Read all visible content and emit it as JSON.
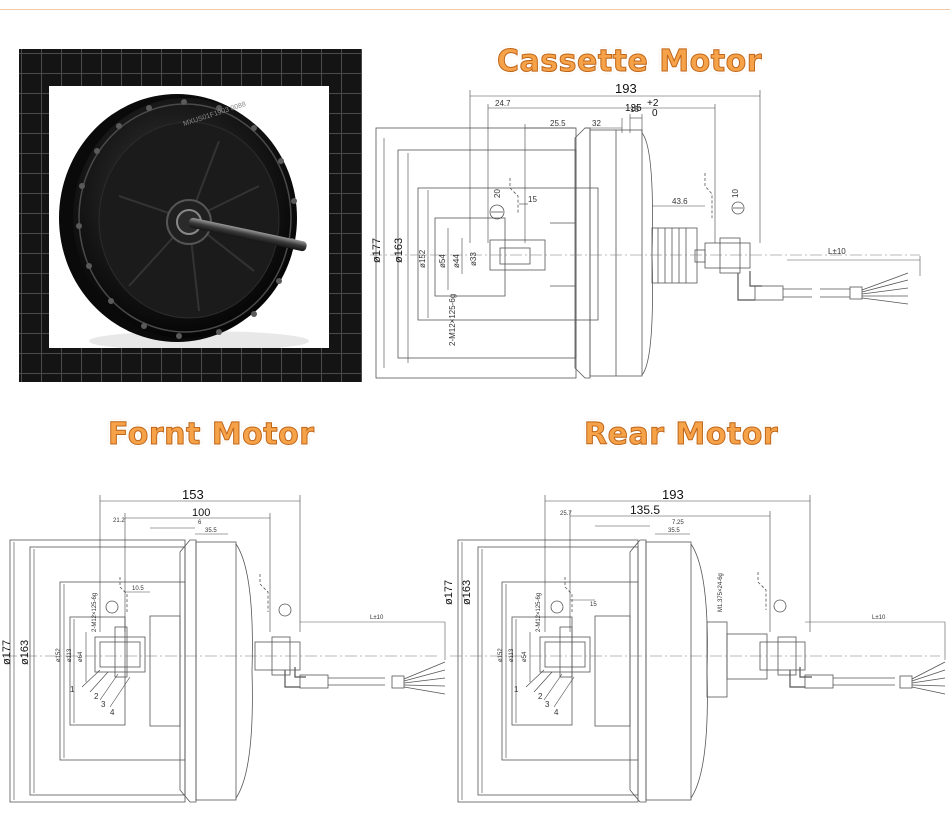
{
  "titles": {
    "cassette": "Cassette Motor",
    "front": "Fornt Motor",
    "rear": "Rear Motor"
  },
  "photo": {
    "motor_label": "MXUS01F1903 0088"
  },
  "cassette": {
    "overall_width": "193",
    "width_135": "135",
    "tol_plus": "+2",
    "tol_zero": "0",
    "d_24_7": "24.7",
    "d_25_5": "25.5",
    "d_32": "32",
    "d_13": "13",
    "d_15": "15",
    "d_20": "20",
    "d_43_6": "43.6",
    "d_10": "10",
    "dia_177": "ø177",
    "dia_163": "ø163",
    "dia_152": "ø152",
    "dia_54": "ø54",
    "dia_44": "ø44",
    "dia_33": "ø33",
    "thread": "2-M12×125-6g",
    "cable_len": "L±10"
  },
  "front": {
    "overall_width": "153",
    "width_100": "100",
    "d_21_2": "21.2",
    "d_6": "6",
    "d_35_5": "35.5",
    "d_10_5": "10.5",
    "dia_177": "ø177",
    "dia_163": "ø163",
    "dia_152": "ø152",
    "dia_113": "ø113",
    "dia_64": "ø64",
    "thread": "2-M12×125-6g",
    "cable_len": "L±10",
    "parts": [
      "1",
      "2",
      "3",
      "4"
    ]
  },
  "rear": {
    "overall_width": "193",
    "width_135_5": "135.5",
    "d_25_7": "25.7",
    "d_7_25": "7.25",
    "d_35_5": "35.5",
    "d_15": "15",
    "dia_177": "ø177",
    "dia_163": "ø163",
    "dia_152": "ø152",
    "dia_113": "ø113",
    "dia_54": "ø54",
    "thread_a": "2-M12×125-6g",
    "thread_b": "M1.375×24-6g",
    "cable_len": "L±10",
    "parts": [
      "1",
      "2",
      "3",
      "4"
    ]
  }
}
